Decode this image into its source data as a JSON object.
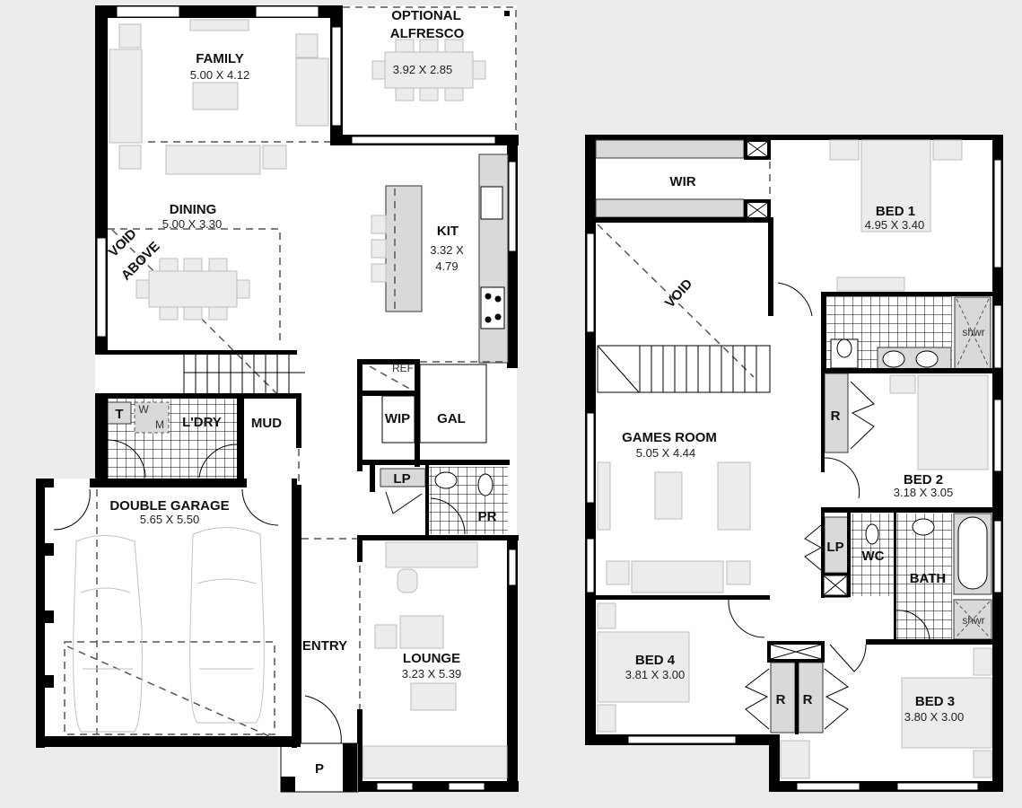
{
  "ground_floor": {
    "family": {
      "name": "FAMILY",
      "size": "5.00 X 4.12"
    },
    "alfresco": {
      "name_line1": "OPTIONAL",
      "name_line2": "ALFRESCO",
      "size": "3.92 X 2.85"
    },
    "dining": {
      "name": "DINING",
      "size": "5.00 X 3.30"
    },
    "void_above": {
      "line1": "VOID",
      "line2": "ABOVE"
    },
    "kitchen": {
      "name": "KIT",
      "size_line1": "3.32 X",
      "size_line2": "4.79"
    },
    "ref": "REF",
    "wip": "WIP",
    "gal": "GAL",
    "laundry": "L'DRY",
    "laundry_tub": "T",
    "washing_machine_w": "W",
    "washing_machine_m": "M",
    "mud": "MUD",
    "lp": "LP",
    "pr": "PR",
    "garage": {
      "name": "DOUBLE GARAGE",
      "size": "5.65 X 5.50"
    },
    "entry": "ENTRY",
    "lounge": {
      "name": "LOUNGE",
      "size": "3.23 X 5.39"
    },
    "porch": "P"
  },
  "first_floor": {
    "wir": "WIR",
    "void": "VOID",
    "bed1": {
      "name": "BED 1",
      "size": "4.95 X 3.40"
    },
    "ensuite_shower": "shwr",
    "games_room": {
      "name": "GAMES ROOM",
      "size": "5.05 X 4.44"
    },
    "bed2": {
      "name": "BED 2",
      "size": "3.18 X 3.05"
    },
    "bed2_robe": "R",
    "lp": "LP",
    "wc": "WC",
    "bath": "BATH",
    "bath_shower": "shwr",
    "bed4": {
      "name": "BED 4",
      "size": "3.81 X 3.00"
    },
    "bed3": {
      "name": "BED 3",
      "size": "3.80 X 3.00"
    },
    "robe_left": "R",
    "robe_right": "R"
  }
}
